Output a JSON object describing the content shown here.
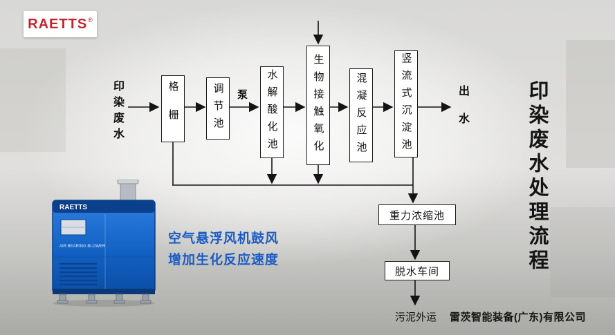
{
  "logo": {
    "brand": "RAETTS",
    "registered": "®"
  },
  "page_title_vertical": "印染废水处理流程",
  "flow": {
    "inlet_label": "印染废水",
    "pump_label": "泵",
    "outlet_label": "出水",
    "stages": [
      {
        "label": "格栅"
      },
      {
        "label": "调节池"
      },
      {
        "label": "水解酸化池"
      },
      {
        "label": "生物接触氧化"
      },
      {
        "label": "混凝反应池"
      },
      {
        "label": "竖流式沉淀池"
      }
    ],
    "sludge_boxes": [
      {
        "label": "重力浓缩池"
      },
      {
        "label": "脱水车间"
      }
    ],
    "sludge_out_label": "污泥外运"
  },
  "caption": {
    "line1": "空气悬浮风机鼓风",
    "line2": "增加生化反应速度"
  },
  "machine": {
    "brand": "RAETTS",
    "subtitle": "AIR BEARING BLOWER"
  },
  "footer": {
    "company": "雷茨智能装备(广东)有限公司"
  },
  "colors": {
    "accent_blue": "#1d5cc4",
    "logo_red": "#c4232b",
    "machine_blue": "#1262c4",
    "line_black": "#141414"
  }
}
